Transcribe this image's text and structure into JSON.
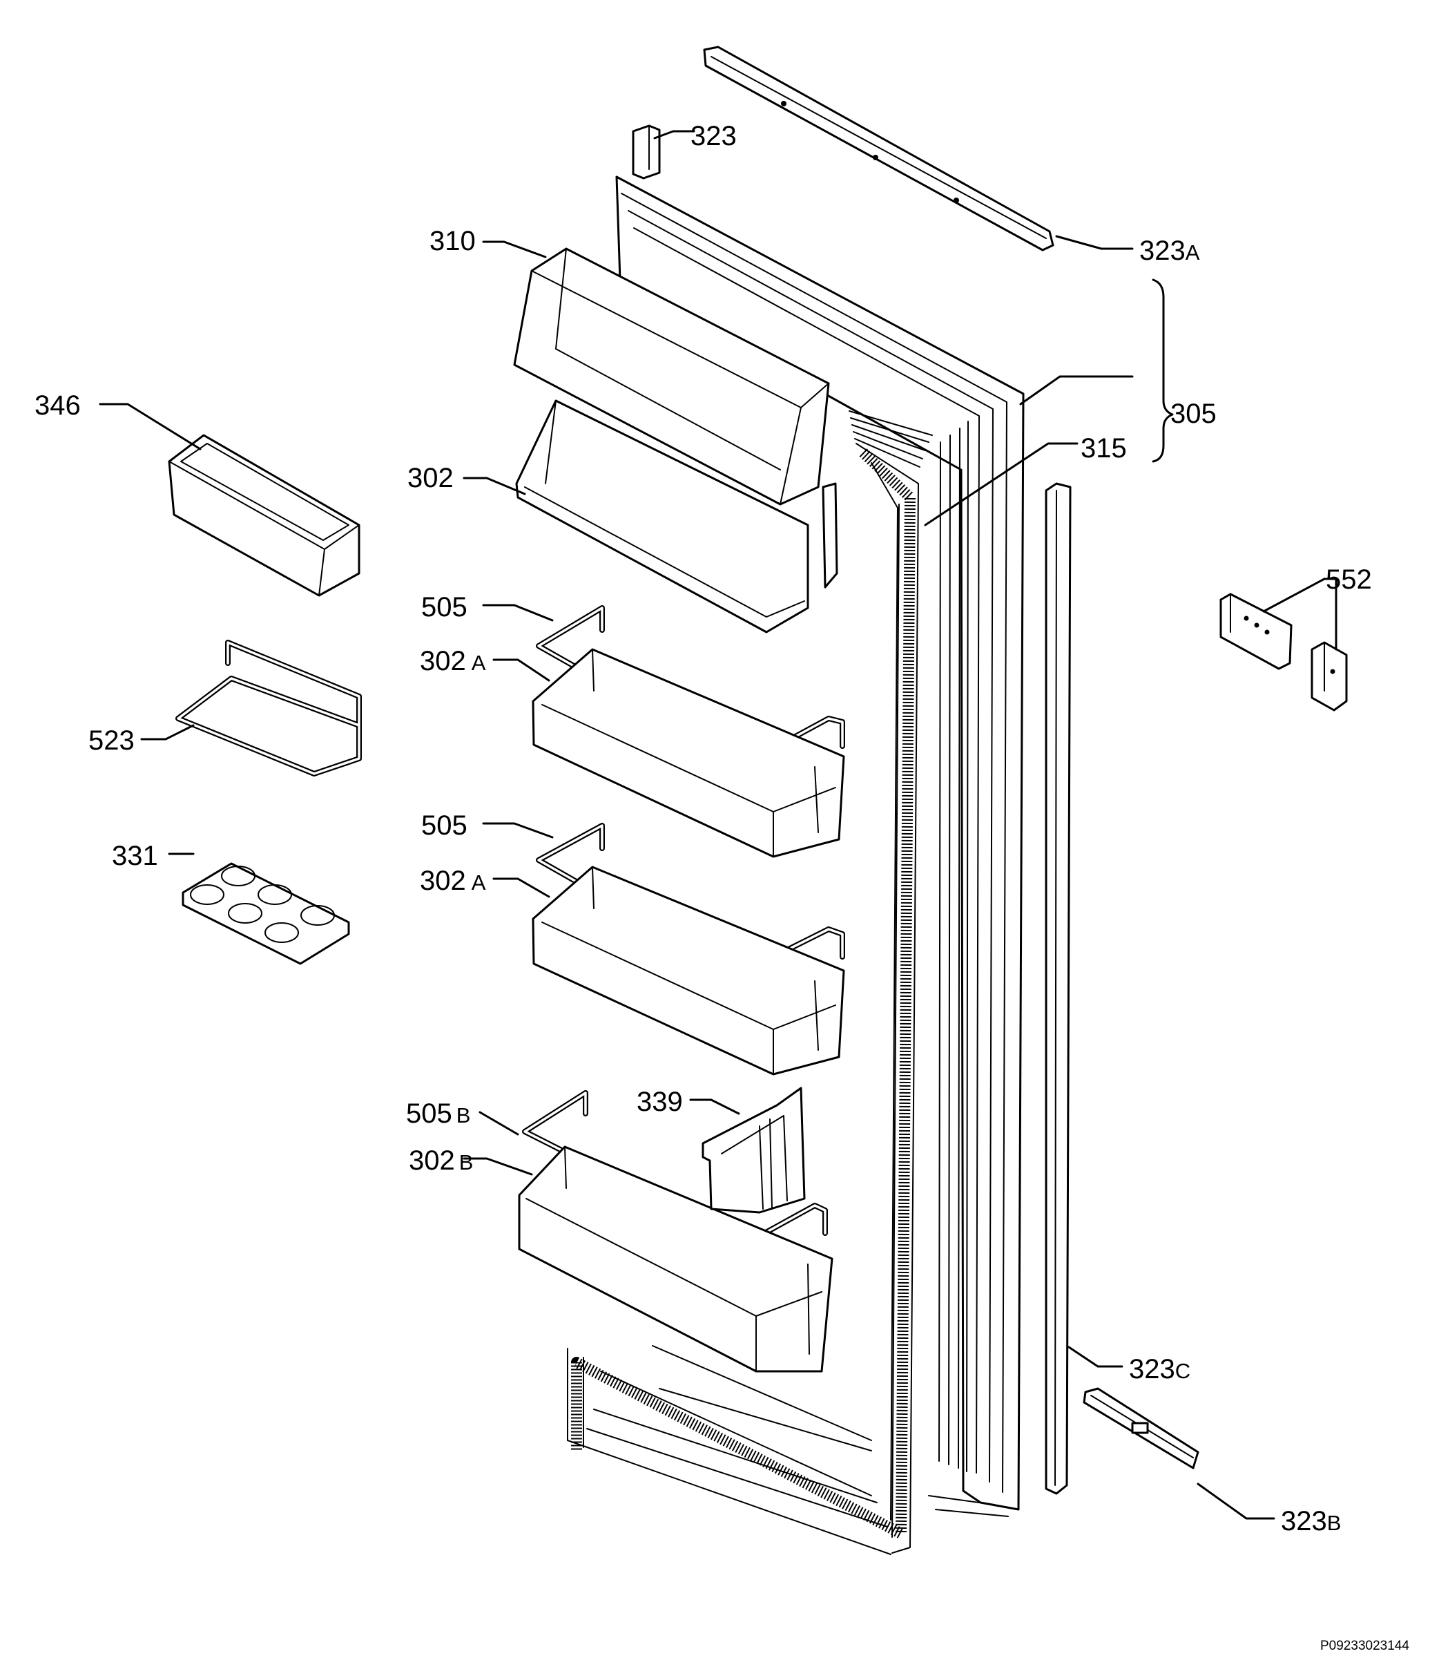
{
  "diagram": {
    "drawing_code": "P09233023144",
    "callouts": [
      {
        "id": "323",
        "main": "323",
        "suffix": ""
      },
      {
        "id": "310",
        "main": "310",
        "suffix": ""
      },
      {
        "id": "323A",
        "main": "323",
        "suffix": "A"
      },
      {
        "id": "346",
        "main": "346",
        "suffix": ""
      },
      {
        "id": "305",
        "main": "305",
        "suffix": ""
      },
      {
        "id": "315",
        "main": "315",
        "suffix": ""
      },
      {
        "id": "302",
        "main": "302",
        "suffix": ""
      },
      {
        "id": "552",
        "main": "552",
        "suffix": ""
      },
      {
        "id": "505-upper",
        "main": "505",
        "suffix": ""
      },
      {
        "id": "302A-upper",
        "main": "302",
        "suffix": "A"
      },
      {
        "id": "523",
        "main": "523",
        "suffix": ""
      },
      {
        "id": "505-middle",
        "main": "505",
        "suffix": ""
      },
      {
        "id": "331",
        "main": "331",
        "suffix": ""
      },
      {
        "id": "302A-middle",
        "main": "302",
        "suffix": "A"
      },
      {
        "id": "505B",
        "main": "505",
        "suffix": "B"
      },
      {
        "id": "339",
        "main": "339",
        "suffix": ""
      },
      {
        "id": "302B",
        "main": "302",
        "suffix": "B"
      },
      {
        "id": "323C",
        "main": "323",
        "suffix": "C"
      },
      {
        "id": "323B",
        "main": "323",
        "suffix": "B"
      }
    ]
  }
}
